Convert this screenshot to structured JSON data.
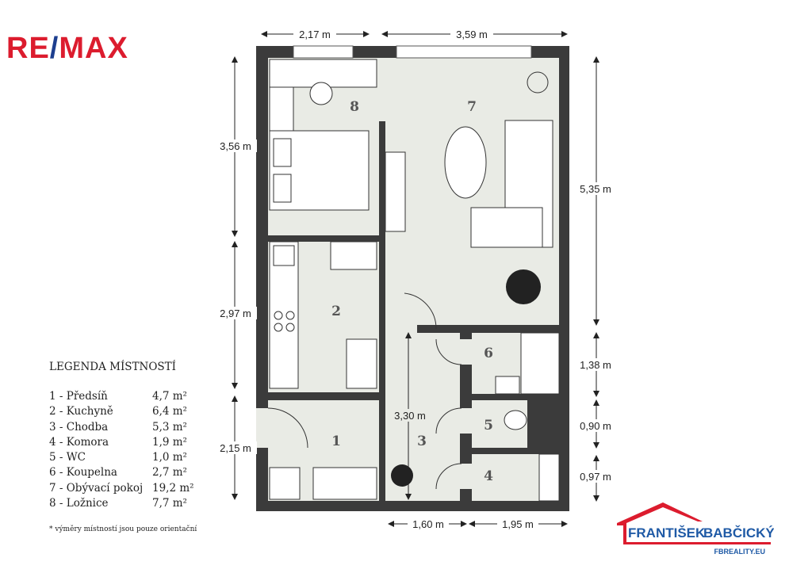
{
  "brand": {
    "logo_left": "RE",
    "logo_slash": "/",
    "logo_right": "MAX"
  },
  "dimensions": {
    "top_left": "2,17 m",
    "top_right": "3,59 m",
    "left_top": "3,56 m",
    "left_mid": "2,97 m",
    "left_bottom": "2,15 m",
    "right_top": "5,35 m",
    "right_2": "1,38 m",
    "right_3": "0,90 m",
    "right_4": "0,97 m",
    "bottom_left": "1,60 m",
    "bottom_right": "1,95 m",
    "inner_hall": "3,30 m"
  },
  "rooms": {
    "r1": "1",
    "r2": "2",
    "r3": "3",
    "r4": "4",
    "r5": "5",
    "r6": "6",
    "r7": "7",
    "r8": "8"
  },
  "legend": {
    "title": "LEGENDA MÍSTNOSTÍ",
    "items": [
      {
        "name": "1 - Předsíň",
        "area": "4,7 m²"
      },
      {
        "name": "2 - Kuchyně",
        "area": "6,4 m²"
      },
      {
        "name": "3 - Chodba",
        "area": "5,3 m²"
      },
      {
        "name": "4 - Komora",
        "area": "1,9 m²"
      },
      {
        "name": "5 - WC",
        "area": "1,0 m²"
      },
      {
        "name": "6 - Koupelna",
        "area": "2,7 m²"
      },
      {
        "name": "7 - Obývací pokoj",
        "area": "19,2 m²"
      },
      {
        "name": "8 - Ložnice",
        "area": "7,7 m²"
      }
    ],
    "note": "* výměry místností jsou pouze orientační"
  },
  "agency": {
    "name_left": "FRANTIŠEK",
    "name_right": "BABČICKÝ",
    "web": "FBREALITY.EU"
  },
  "colors": {
    "remax_red": "#dc1c2e",
    "remax_blue": "#1d3f8f",
    "wall": "#3b3b3b",
    "floor": "#e9ebe5",
    "agency_blue": "#1f5aa6"
  }
}
